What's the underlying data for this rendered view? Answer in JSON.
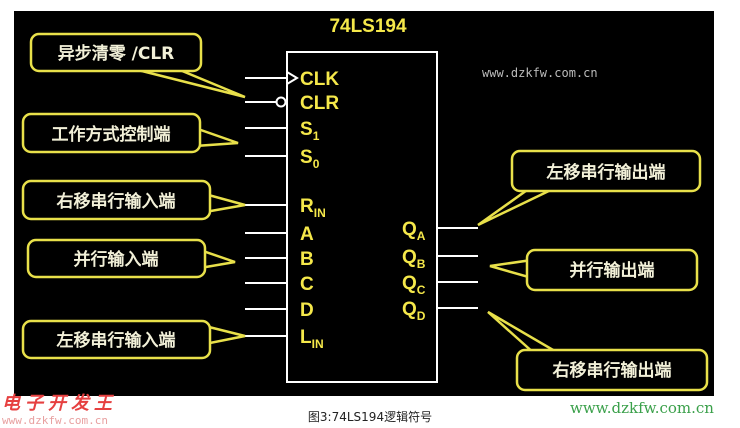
{
  "title": "74LS194",
  "pins_left": [
    {
      "label": "CLK",
      "sub": ""
    },
    {
      "label": "CLR",
      "sub": ""
    },
    {
      "label": "S",
      "sub": "1"
    },
    {
      "label": "S",
      "sub": "0"
    },
    {
      "label": "R",
      "sub": "IN"
    },
    {
      "label": "A",
      "sub": ""
    },
    {
      "label": "B",
      "sub": ""
    },
    {
      "label": "C",
      "sub": ""
    },
    {
      "label": "D",
      "sub": ""
    },
    {
      "label": "L",
      "sub": "IN"
    }
  ],
  "pins_right": [
    {
      "label": "Q",
      "sub": "A"
    },
    {
      "label": "Q",
      "sub": "B"
    },
    {
      "label": "Q",
      "sub": "C"
    },
    {
      "label": "Q",
      "sub": "D"
    }
  ],
  "callouts": {
    "clear": "异步清零 /CLR",
    "mode": "工作方式控制端",
    "right_serial_in": "右移串行输入端",
    "parallel_in": "并行输入端",
    "left_serial_in": "左移串行输入端",
    "left_serial_out": "左移串行输出端",
    "parallel_out": "并行输出端",
    "right_serial_out": "右移串行输出端"
  },
  "caption": "图3:74LS194逻辑符号",
  "watermarks": {
    "logo_text": "电子开发王",
    "logo_url": "www.dzkfw.com.cn",
    "inner_url": "www.dzkfw.com.cn",
    "corner_url": "www.dzkfw.com.cn"
  }
}
